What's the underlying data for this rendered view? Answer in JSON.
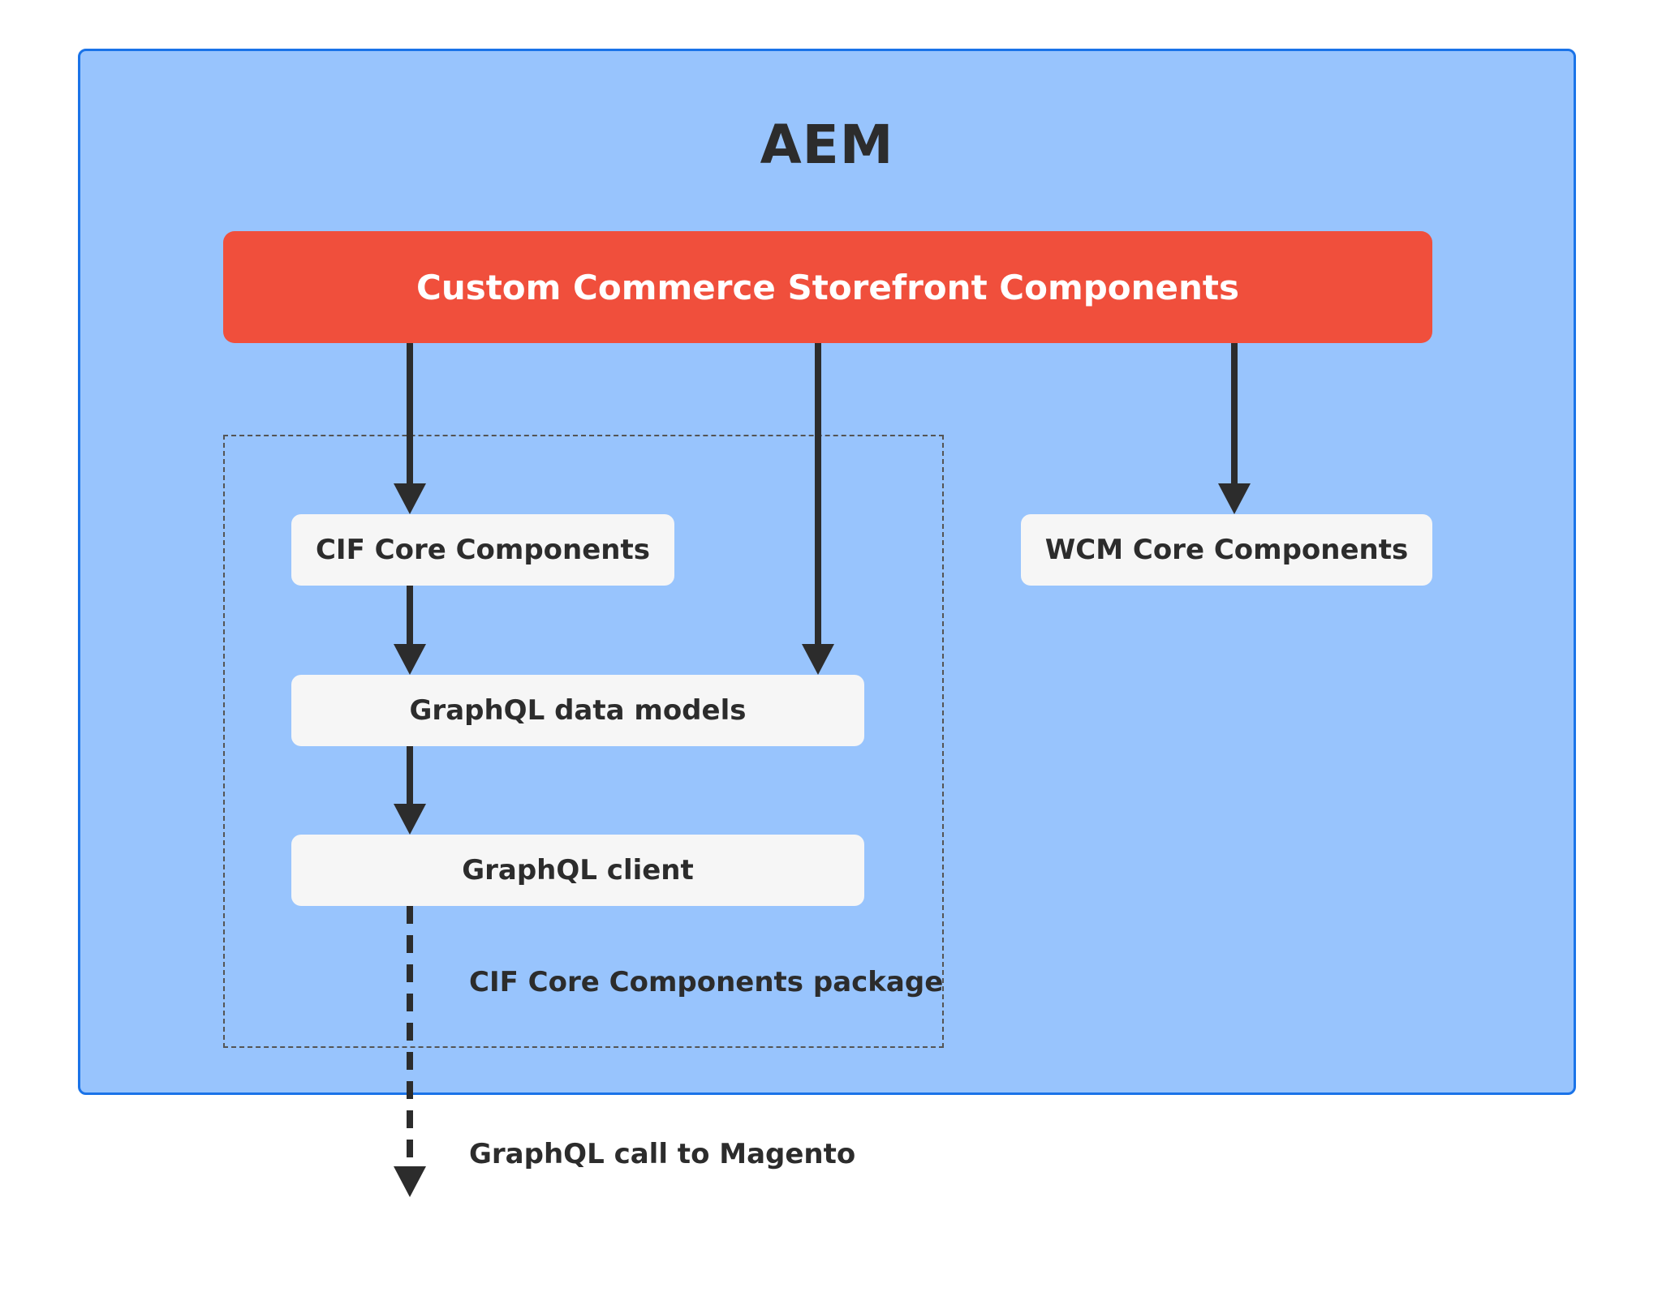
{
  "diagram": {
    "container_title": "AEM",
    "storefront_label": "Custom Commerce Storefront Components",
    "cif_core_label": "CIF Core Components",
    "wcm_core_label": "WCM Core Components",
    "graphql_models_label": "GraphQL data models",
    "graphql_client_label": "GraphQL client",
    "package_label": "CIF Core Components package",
    "external_call_label": "GraphQL call to Magento"
  },
  "colors": {
    "container_fill": "#98c4fd",
    "container_border": "#1a73e8",
    "storefront_fill": "#f04f3c",
    "component_fill": "#f6f6f6",
    "arrow": "#2c2c2c"
  }
}
